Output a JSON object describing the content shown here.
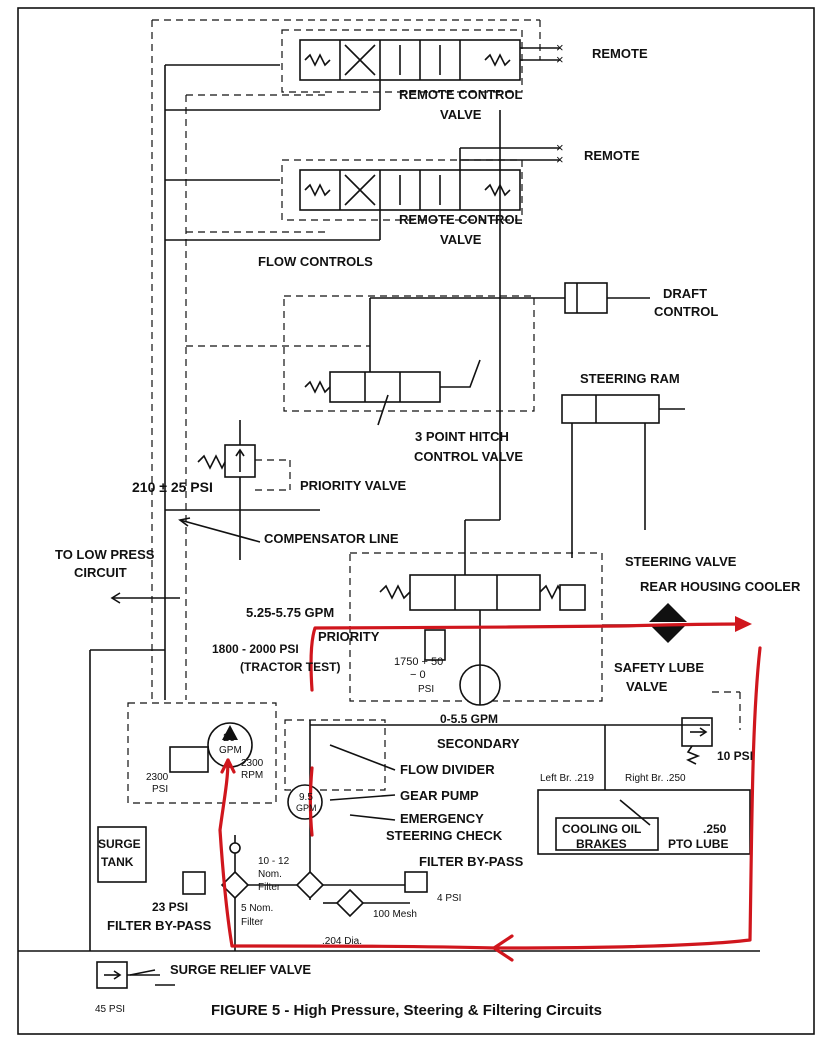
{
  "labels": {
    "remote_1": "REMOTE",
    "remote_2": "REMOTE",
    "rcv_1_line1": "REMOTE CONTROL",
    "rcv_1_line2": "VALVE",
    "rcv_2_line1": "REMOTE CONTROL",
    "rcv_2_line2": "VALVE",
    "flow_controls": "FLOW CONTROLS",
    "draft_line1": "DRAFT",
    "draft_line2": "CONTROL",
    "steering_ram": "STEERING RAM",
    "hitch_line1": "3 POINT HITCH",
    "hitch_line2": "CONTROL VALVE",
    "priority_valve": "PRIORITY VALVE",
    "pressure_210": "210 ± 25 PSI",
    "compensator_line": "COMPENSATOR LINE",
    "low_press_line1": "TO LOW PRESS",
    "low_press_line2": "CIRCUIT",
    "steering_valve": "STEERING VALVE",
    "rear_housing_cooler": "REAR HOUSING COOLER",
    "gpm_priority_line1": "5.25-5.75 GPM",
    "gpm_priority_line2": "PRIORITY",
    "tractor_test_line1": "1800 - 2000 PSI",
    "tractor_test_line2": "(TRACTOR TEST)",
    "psi_1750_a": "1750 + 50",
    "psi_1750_b": "− 0",
    "psi_1750_c": "PSI",
    "safety_lube_line1": "SAFETY LUBE",
    "safety_lube_line2": "VALVE",
    "gpm_20_a": "20",
    "gpm_20_b": "GPM",
    "rpm_2300_a": "2300",
    "rpm_2300_b": "RPM",
    "psi_2300_a": "2300",
    "psi_2300_b": "PSI",
    "secondary_gpm": "0-5.5 GPM",
    "secondary": "SECONDARY",
    "psi_10": "10 PSI",
    "flow_divider": "FLOW DIVIDER",
    "left_br": "Left Br. .219",
    "right_br": "Right Br. .250",
    "gear_pump": "GEAR PUMP",
    "gpm_95_a": "9.5",
    "gpm_95_b": "GPM",
    "emergency_line1": "EMERGENCY",
    "emergency_line2": "STEERING CHECK",
    "cooling_line1": "COOLING OIL",
    "cooling_line2": "BRAKES",
    "pto_lube": "PTO LUBE",
    "pto_250": ".250",
    "surge_tank_line1": "SURGE",
    "surge_tank_line2": "TANK",
    "filter_bypass_right": "FILTER BY-PASS",
    "filter_nom_a": "10 - 12",
    "filter_nom_b": "Nom.",
    "filter_nom_c": "Filter",
    "psi_23": "23 PSI",
    "filter_5_a": "5 Nom.",
    "filter_5_b": "Filter",
    "mesh_100": "100 Mesh",
    "psi_4": "4 PSI",
    "filter_bypass_left": "FILTER BY-PASS",
    "dia_204": ".204 Dia.",
    "surge_relief": "SURGE RELIEF VALVE",
    "psi_45": "45 PSI",
    "caption": "FIGURE 5 - High Pressure, Steering & Filtering Circuits"
  },
  "colors": {
    "ink": "#111111",
    "annotation_red": "#d0161d",
    "paper": "#ffffff"
  }
}
